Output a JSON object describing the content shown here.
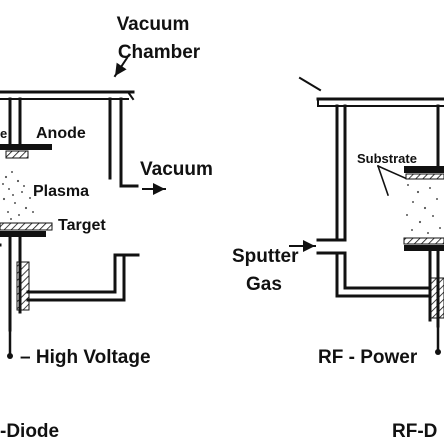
{
  "labels": {
    "vacuum_chamber_line1": "Vacuum",
    "vacuum_chamber_line2": "Chamber",
    "anode": "Anode",
    "vacuum": "Vacuum",
    "plasma": "Plasma",
    "target": "Target",
    "high_voltage": "– High Voltage",
    "dc_diode": "-Diode",
    "substrate": "Substrate",
    "sputter_gas_line1": "Sputter",
    "sputter_gas_line2": "Gas",
    "rf_power": "RF - Power",
    "rf_diode": "RF-D",
    "substrate_partial": "e"
  },
  "colors": {
    "ink": "#111111",
    "background": "#ffffff",
    "plasma_dots": "#555555"
  }
}
